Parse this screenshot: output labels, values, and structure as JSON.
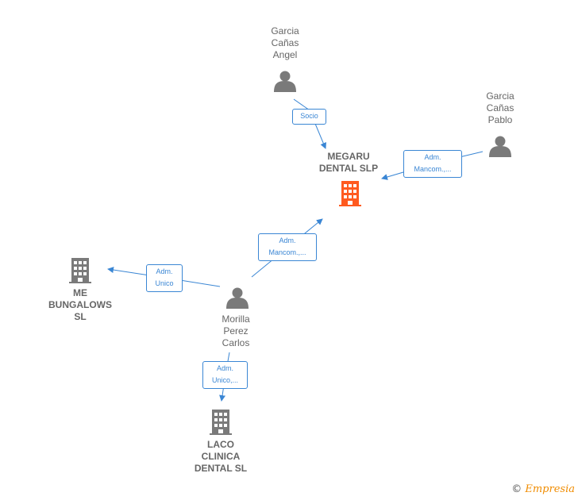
{
  "colors": {
    "edge": "#3a86d4",
    "person": "#7a7a7a",
    "company": "#7a7a7a",
    "main_company": "#ff5a1f",
    "text": "#666666"
  },
  "nodes": {
    "garcia_angel": {
      "label": "Garcia\nCañas\nAngel",
      "icon": "person-icon"
    },
    "garcia_pablo": {
      "label": "Garcia\nCañas\nPablo",
      "icon": "person-icon"
    },
    "megaru": {
      "label": "MEGARU\nDENTAL  SLP",
      "icon": "building-icon"
    },
    "me_bungalows": {
      "label": "ME\nBUNGALOWS\nSL",
      "icon": "building-icon"
    },
    "morilla": {
      "label": "Morilla\nPerez\nCarlos",
      "icon": "person-icon"
    },
    "laco": {
      "label": "LACO\nCLINICA\nDENTAL  SL",
      "icon": "building-icon"
    }
  },
  "edges": {
    "angel_megaru": "Socio",
    "pablo_megaru": "Adm.\nMancom.,...",
    "morilla_megaru": "Adm.\nMancom.,...",
    "morilla_bungalows": "Adm.\nUnico",
    "morilla_laco": "Adm.\nUnico,..."
  },
  "footer": {
    "copyright": "©",
    "brand": "Empresia"
  }
}
